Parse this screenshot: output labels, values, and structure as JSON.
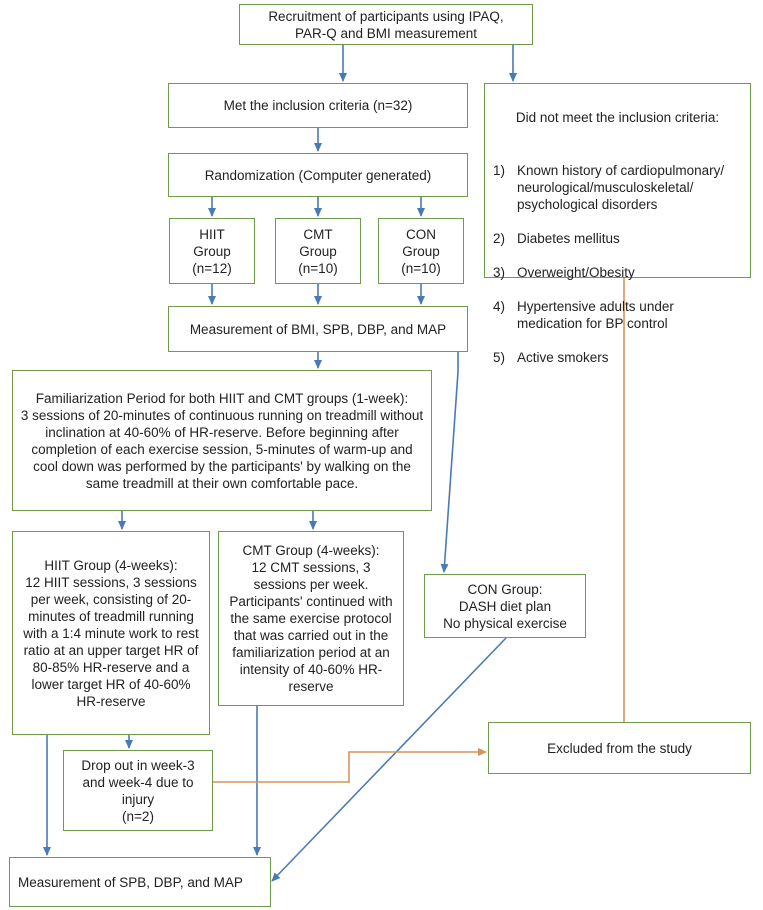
{
  "recruitment": "Recruitment of participants using IPAQ,\nPAR-Q and BMI measurement",
  "met_criteria": "Met the  inclusion criteria (n=32)",
  "not_met": {
    "title": "Did not meet the inclusion criteria:",
    "items": [
      {
        "num": "1)",
        "text": "Known history of cardiopulmonary/ neurological/musculoskeletal/ psychological disorders"
      },
      {
        "num": "2)",
        "text": "Diabetes mellitus"
      },
      {
        "num": "3)",
        "text": "Overweight/Obesity"
      },
      {
        "num": "4)",
        "text": "Hypertensive adults under medication for BP control"
      },
      {
        "num": "5)",
        "text": "Active smokers"
      }
    ]
  },
  "randomization": "Randomization (Computer generated)",
  "groups": {
    "hiit": "HIIT\nGroup\n(n=12)",
    "cmt": "CMT\nGroup\n(n=10)",
    "con": "CON\nGroup\n(n=10)"
  },
  "measurement_pre": "Measurement of BMI, SPB, DBP, and MAP",
  "familiarization": "Familiarization Period for both HIIT and CMT groups (1-week):\n3 sessions of 20-minutes of continuous running on treadmill without inclination at 40-60% of HR-reserve. Before beginning after completion of each exercise session, 5-minutes of warm-up and cool down was performed by the participants' by walking on the same treadmill at their own comfortable pace.",
  "hiit_protocol": "HIIT Group (4-weeks):\n12 HIIT sessions, 3 sessions per week, consisting of 20-minutes of treadmill running with a 1:4 minute work to rest ratio at an upper target HR of 80-85% HR-reserve and a lower target HR of 40-60% HR-reserve",
  "cmt_protocol": "CMT Group (4-weeks):\n12 CMT sessions, 3 sessions per week.\nParticipants' continued with the same exercise protocol that was carried out in the familiarization period at an intensity of 40-60% HR-reserve",
  "con_protocol": "CON Group:\nDASH diet plan\nNo physical exercise",
  "dropout": "Drop out in week-3 and week-4  due to injury\n(n=2)",
  "excluded": "Excluded from the study",
  "measurement_post": "Measurement of SPB, DBP, and MAP",
  "colors": {
    "box_border": "#6f9a4c",
    "arrow_blue": "#4a7ab5",
    "arrow_orange": "#d4955a"
  }
}
